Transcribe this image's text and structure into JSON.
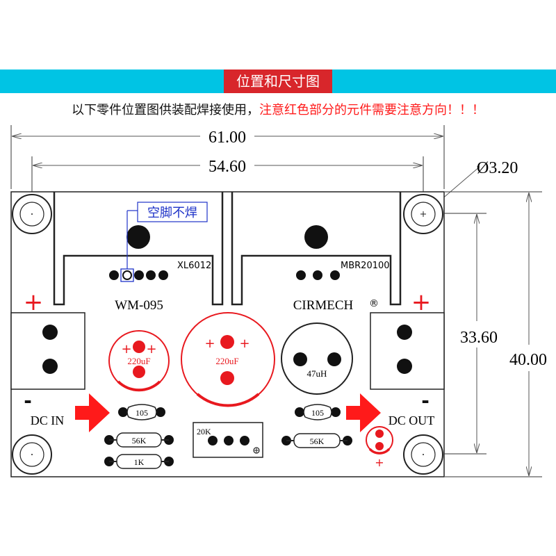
{
  "header": {
    "title": "位置和尺寸图",
    "instruction_normal": "以下零件位置图供装配焊接使用，",
    "instruction_warning": "注意红色部分的元件需要注意方向！！！"
  },
  "dimensions": {
    "overall_width": "61.00",
    "hole_spacing_x": "54.60",
    "hole_diameter": "Ø3.20",
    "hole_spacing_y": "33.60",
    "overall_height": "40.00"
  },
  "labels": {
    "no_solder_pin": "空脚不焊",
    "chip_left": "XL6012",
    "chip_right": "MBR20100",
    "model": "WM-095",
    "brand": "CIRMECH",
    "registered": "®",
    "dc_in": "DC IN",
    "dc_out": "DC OUT",
    "plus_in": "+",
    "minus_in": "-",
    "plus_out": "+",
    "minus_out": "-",
    "led_plus": "+"
  },
  "components": {
    "cap_small": "220uF",
    "cap_large": "220uF",
    "inductor": "47uH",
    "cap_ceramic_left": "105",
    "cap_ceramic_right": "105",
    "resistor_left_top": "56K",
    "resistor_left_bottom": "1K",
    "resistor_right": "56K",
    "potentiometer": "20K",
    "cap_small_plus_left": "+",
    "cap_small_plus_right": "+",
    "cap_large_plus_left": "+",
    "cap_large_plus_right": "+"
  },
  "colors": {
    "banner": "#00c4e4",
    "title_bg": "#d8262b",
    "polarity_red": "#e8191f",
    "arrow_red": "#ff1a1a",
    "callout_blue": "#1e33c8"
  }
}
